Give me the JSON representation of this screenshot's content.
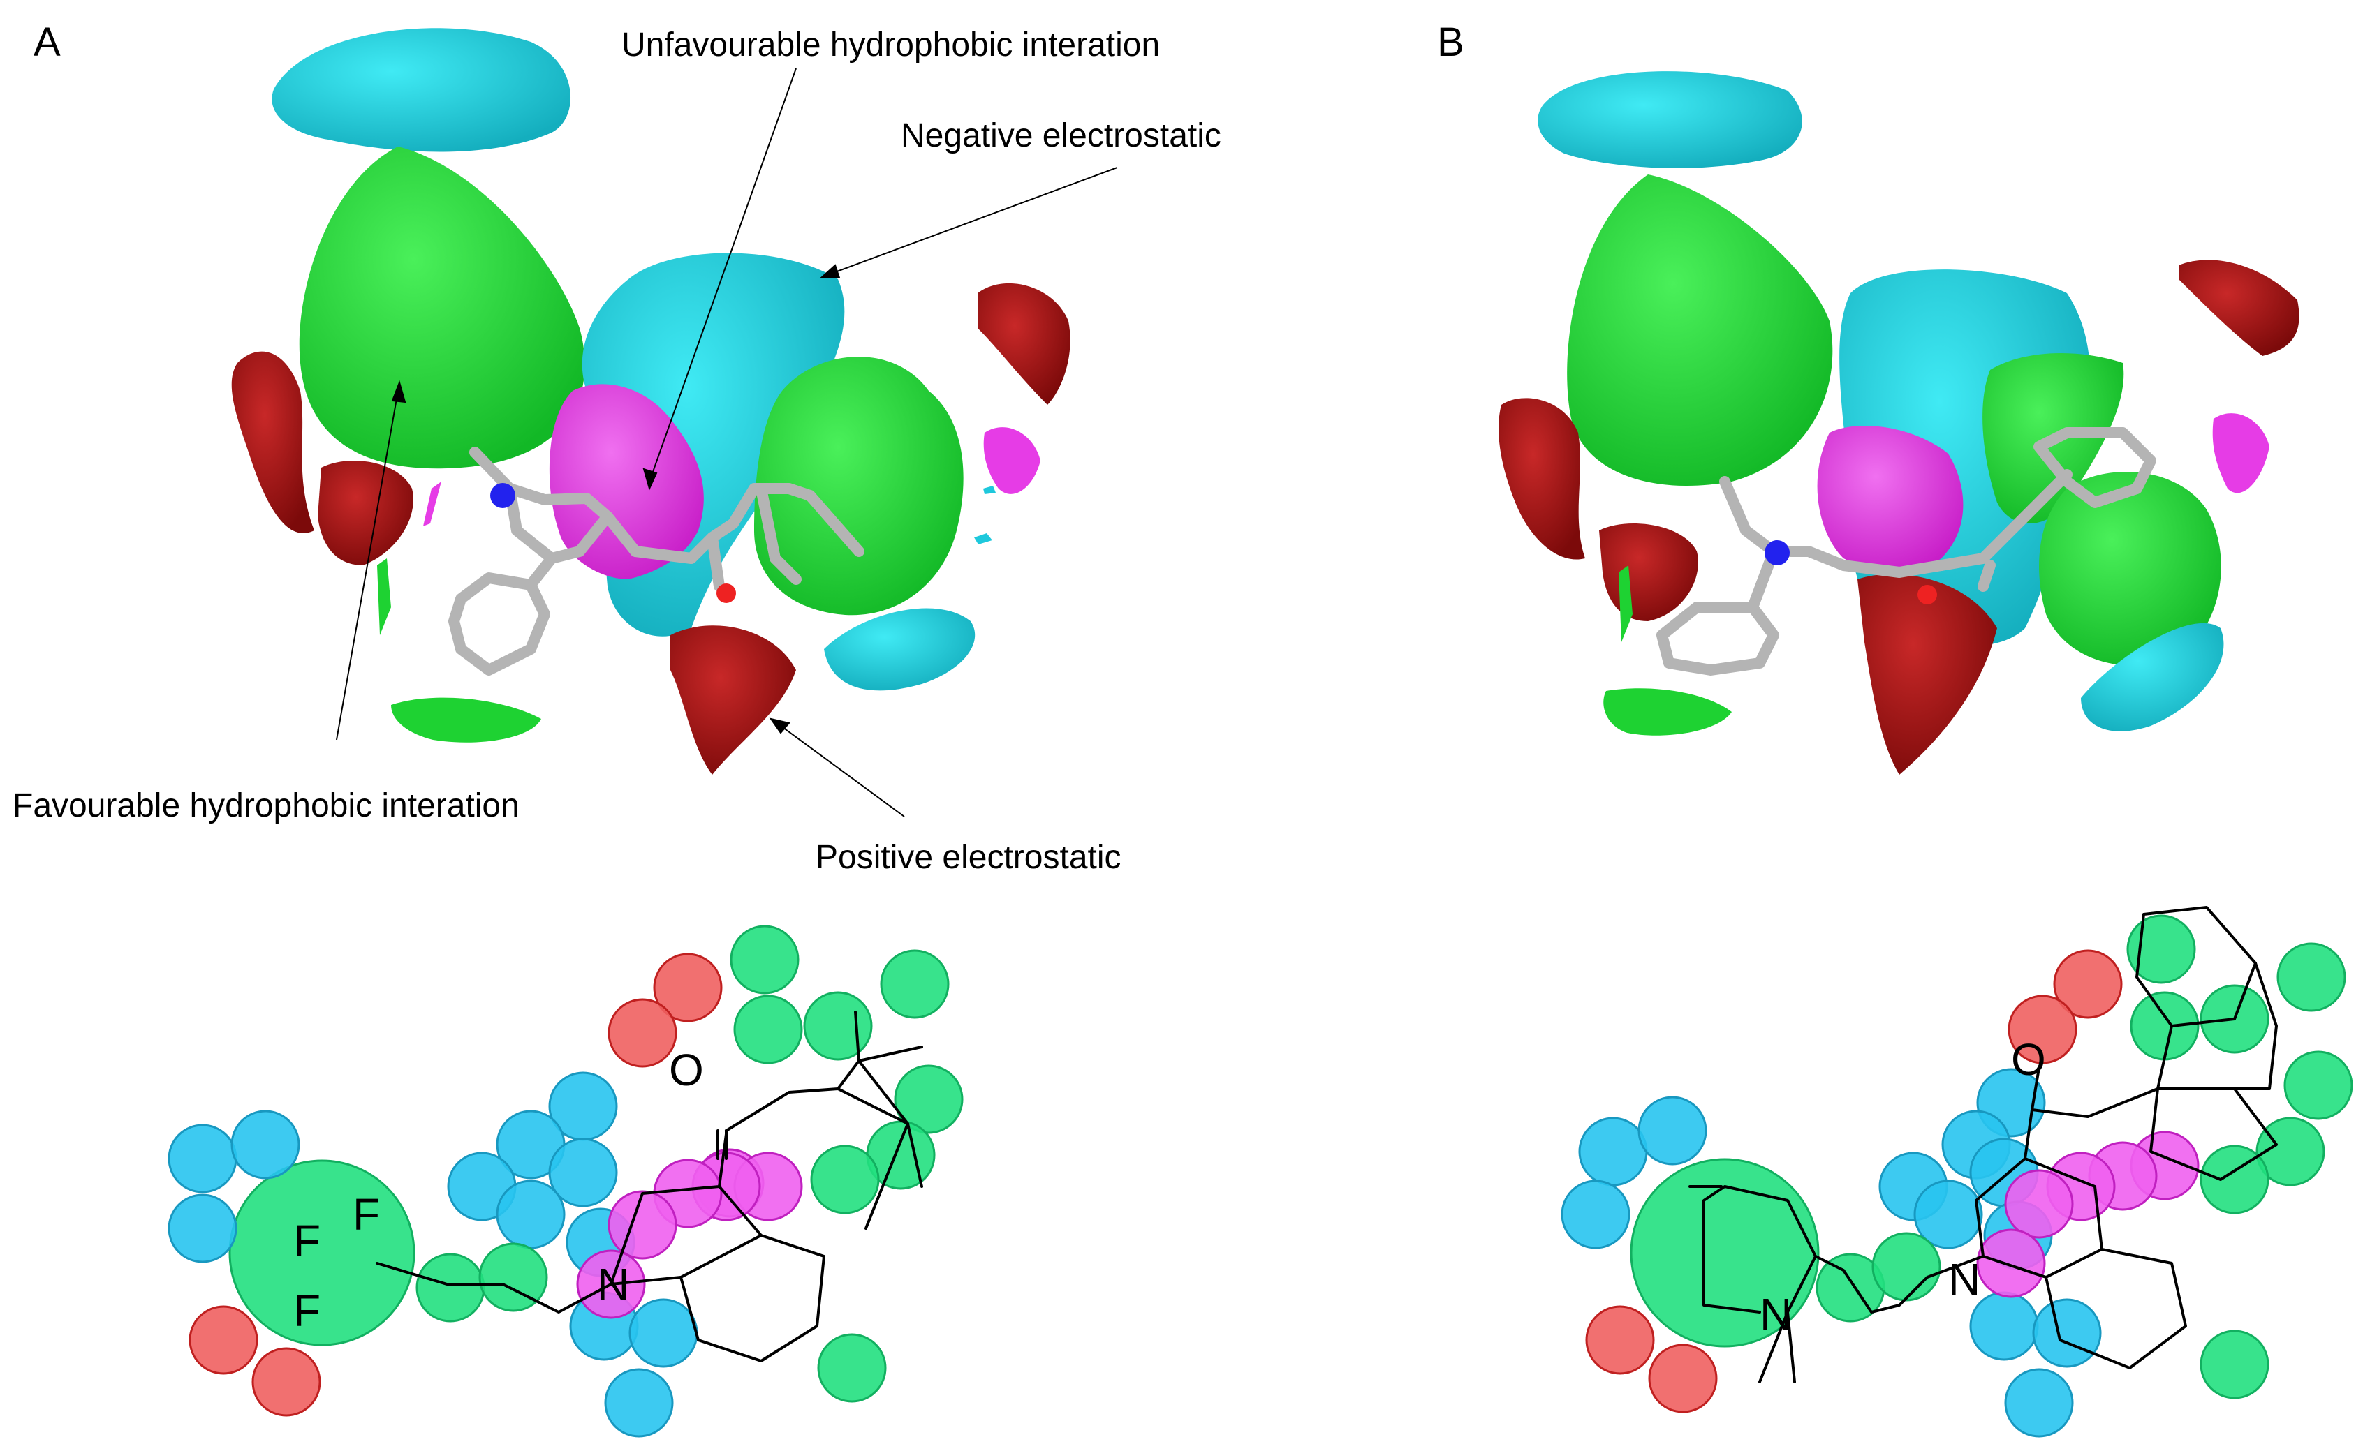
{
  "panels": {
    "a": {
      "letter": "A"
    },
    "b": {
      "letter": "B"
    }
  },
  "callouts": {
    "unfavourable": "Unfavourable hydrophobic interation",
    "negative": "Negative electrostatic",
    "favourable": "Favourable hydrophobic interation",
    "positive": "Positive electrostatic"
  },
  "atoms": {
    "a_oxygen": "O",
    "a_nitrogen": "N",
    "a_f1": "F",
    "a_f2": "F",
    "a_f3": "F",
    "b_oxygen": "O",
    "b_nitrogen_ring": "N",
    "b_nitrogen_indole": "N"
  },
  "colors": {
    "favourable_hydrophobic": "#1ed232",
    "unfavourable_hydrophobic": "#e63ce6",
    "negative_electrostatic": "#1ec8dc",
    "positive_electrostatic": "#a01414",
    "map_green": "#22e080",
    "map_blue": "#28c4f0",
    "map_magenta": "#f060f0",
    "map_red": "#f06060"
  }
}
